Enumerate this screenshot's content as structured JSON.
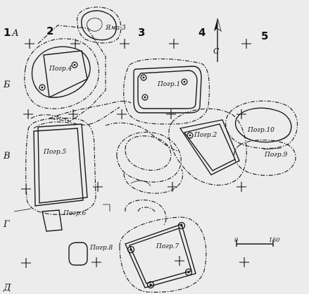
{
  "grid": {
    "columns": [
      "1",
      "2",
      "3",
      "4",
      "5"
    ],
    "rows": [
      "А",
      "Б",
      "В",
      "Г",
      "Д"
    ]
  },
  "north_arrow": {
    "label": "С"
  },
  "graves": [
    "Погр.1",
    "Погр.2",
    "Погр.4",
    "Погр.5",
    "Погр.6",
    "Погр.7",
    "Погр.8",
    "Погр.9",
    "Погр.10"
  ],
  "pit": {
    "label": "Яма 3"
  },
  "scale": {
    "start": "0",
    "end": "150"
  }
}
